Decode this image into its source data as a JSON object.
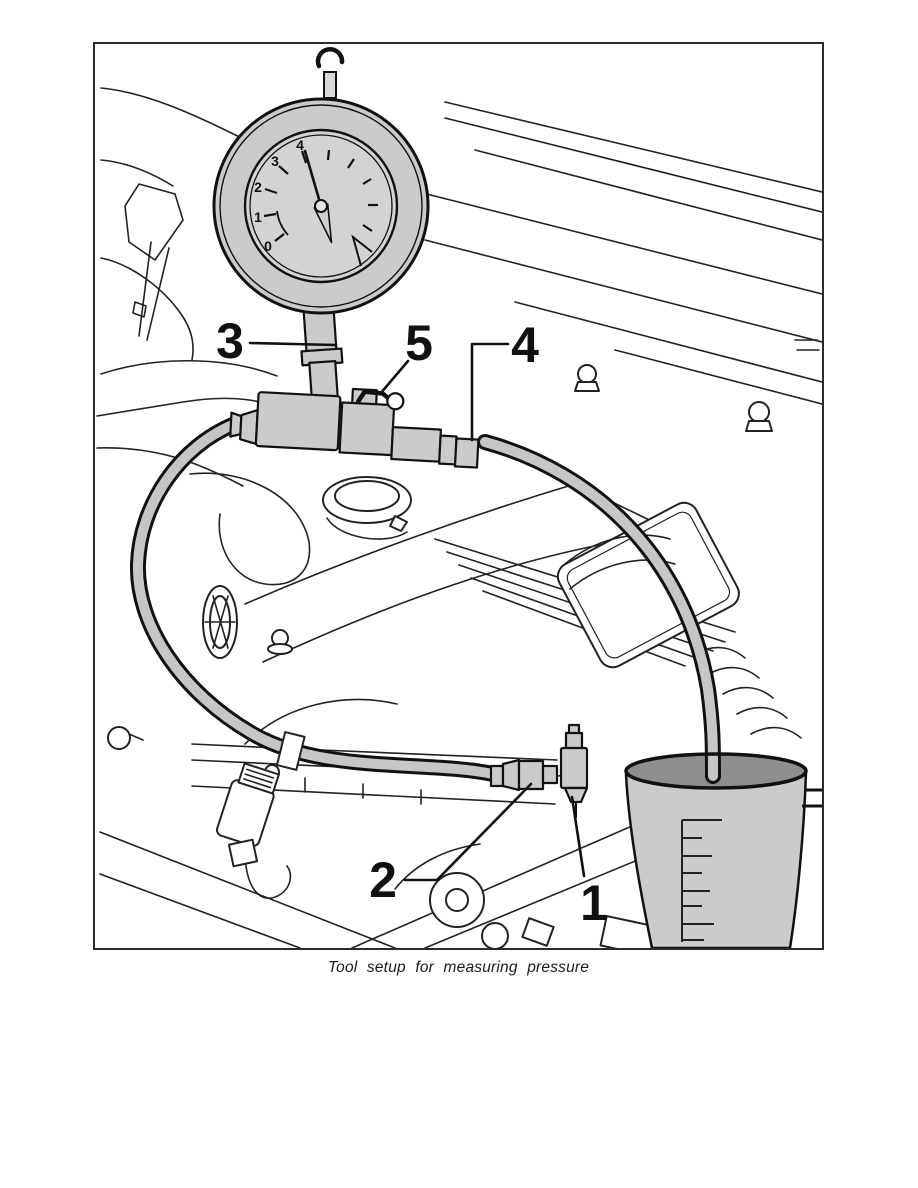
{
  "figure": {
    "caption": "Tool setup for measuring pressure",
    "callouts": [
      {
        "label": "3"
      },
      {
        "label": "5"
      },
      {
        "label": "4"
      },
      {
        "label": "2"
      },
      {
        "label": "1"
      }
    ],
    "gauge": {
      "dial_numbers": [
        "0",
        "1",
        "2",
        "3",
        "4"
      ]
    },
    "colors": {
      "line": "#1a1a1a",
      "tool_gray": "#cbcbcb",
      "dial_gray": "#d3d3d3",
      "cup_interior": "#8e8e8e",
      "background": "#ffffff"
    }
  }
}
